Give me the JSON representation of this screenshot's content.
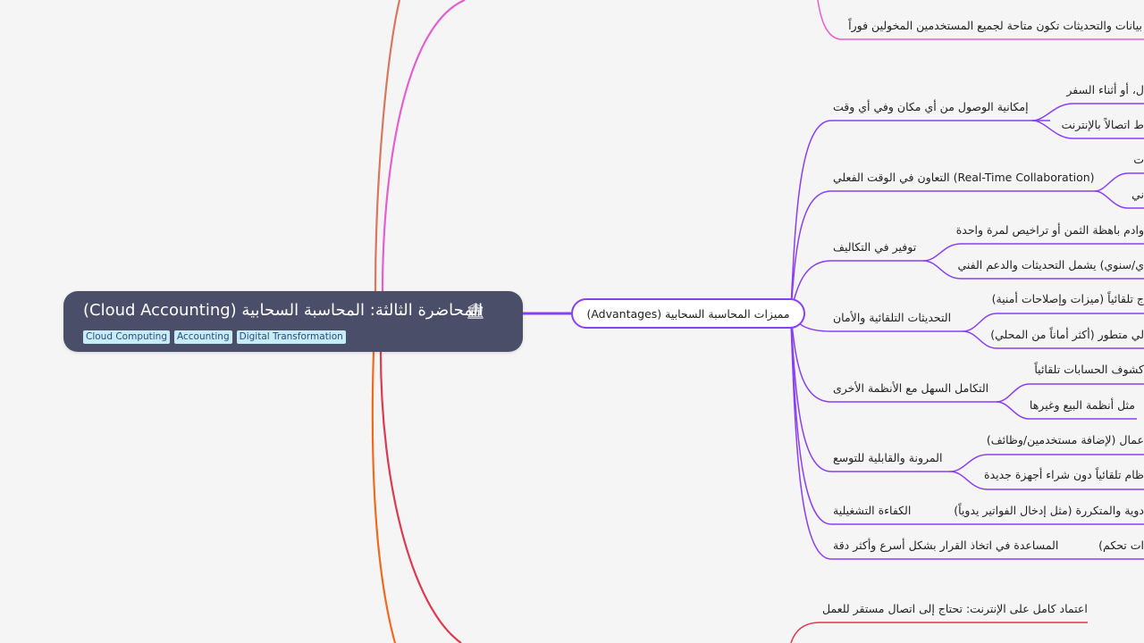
{
  "root": {
    "title": "(Cloud Accounting) المحاضرة الثالثة: المحاسبة السحابية",
    "icon": "bank-icon",
    "tags": [
      "Cloud Computing",
      "Accounting",
      "Digital Transformation"
    ]
  },
  "main_branch": {
    "label": "(Advantages) مميزات المحاسبة السحابية"
  },
  "top_partial": {
    "label": "بيانات والتحديثات تكون متاحة لجميع المستخدمين المخولين فوراً"
  },
  "advantages": [
    {
      "label": "إمكانية الوصول من أي مكان وفي أي وقت",
      "children": [
        "ل، أو أثناء السفر",
        "ط اتصالاً بالإنترنت"
      ]
    },
    {
      "label": "(Real-Time Collaboration) التعاون في الوقت الفعلي",
      "children": [
        "ت",
        "ني"
      ]
    },
    {
      "label": "توفير في التكاليف",
      "children": [
        "وادم باهظة الثمن أو تراخيص لمرة واحدة",
        "ي/سنوي) يشمل التحديثات والدعم الفني"
      ]
    },
    {
      "label": "التحديثات التلقائية والأمان",
      "children": [
        "ج تلقائياً (ميزات وإصلاحات أمنية)",
        "لي متطور (أكثر أماناً من المحلي)"
      ]
    },
    {
      "label": "التكامل السهل مع الأنظمة الأخرى",
      "children": [
        "كشوف الحسابات تلقائياً",
        "مثل أنظمة البيع وغيرها"
      ]
    },
    {
      "label": "المرونة والقابلية للتوسع",
      "children": [
        "عمال (لإضافة مستخدمين/وظائف)",
        "ظام تلقائياً دون شراء أجهزة جديدة"
      ]
    },
    {
      "label": "الكفاءة التشغيلية",
      "children": [
        "دوية والمتكررة (مثل إدخال الفواتير يدوياً)"
      ]
    },
    {
      "label": "المساعدة في اتخاذ القرار بشكل أسرع وأكثر دقة",
      "children": [
        "ات تحكم)"
      ]
    }
  ],
  "disadvantages_partial": {
    "first_label": "اعتماد كامل على الإنترنت: تحتاج إلى اتصال مستقر للعمل"
  },
  "colors": {
    "advantages_branch": "#8a3ff0",
    "pink_branch": "#e45fd0",
    "red_branch": "#dc3a4e",
    "orange_branch": "#f06a1e",
    "top_left_branch": "#d9775e",
    "root_bg": "#4a4e69",
    "tag_bg": "#c6ecf7"
  }
}
